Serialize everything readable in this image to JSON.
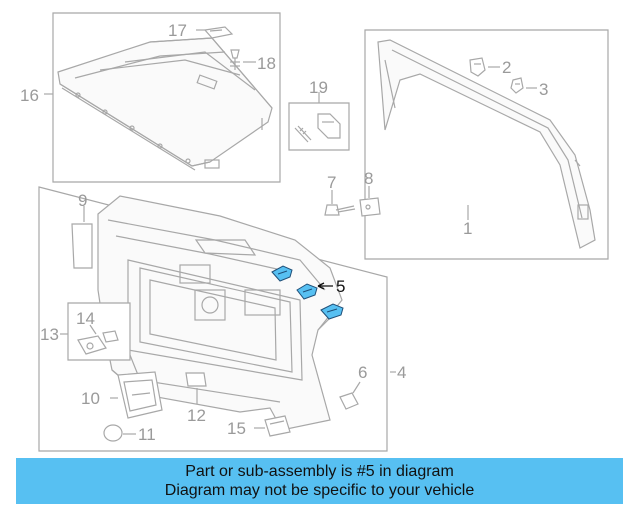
{
  "callouts": {
    "c1": "1",
    "c2": "2",
    "c3": "3",
    "c4": "4",
    "c5": "5",
    "c6": "6",
    "c7": "7",
    "c8": "8",
    "c9": "9",
    "c10": "10",
    "c11": "11",
    "c12": "12",
    "c13": "13",
    "c14": "14",
    "c15": "15",
    "c16": "16",
    "c17": "17",
    "c18": "18",
    "c19": "19"
  },
  "highlight_color": "#57c0f2",
  "caption": {
    "line1": "Part or sub-assembly is #5 in diagram",
    "line2": "Diagram may not be specific to your vehicle"
  }
}
